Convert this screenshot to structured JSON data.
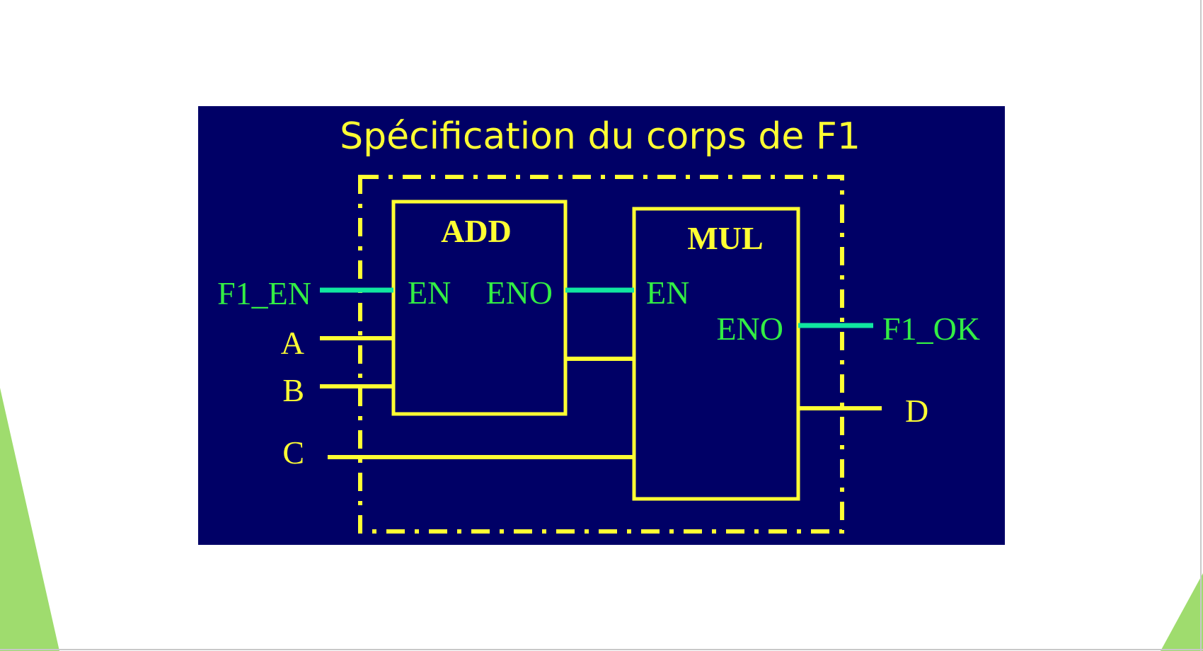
{
  "diagram": {
    "title": "Spécification du corps de F1",
    "blocks": {
      "add": {
        "name": "ADD",
        "en": "EN",
        "eno": "ENO"
      },
      "mul": {
        "name": "MUL",
        "en": "EN",
        "eno": "ENO"
      }
    },
    "inputs": {
      "f1_en": "F1_EN",
      "a": "A",
      "b": "B",
      "c": "C"
    },
    "outputs": {
      "f1_ok": "F1_OK",
      "d": "D"
    }
  },
  "colors": {
    "panel_background": "#000066",
    "wire_yellow": "#ffff33",
    "wire_green": "#11e6a0",
    "label_green": "#33ee44",
    "slide_accent_green": "#9fdc6e"
  }
}
